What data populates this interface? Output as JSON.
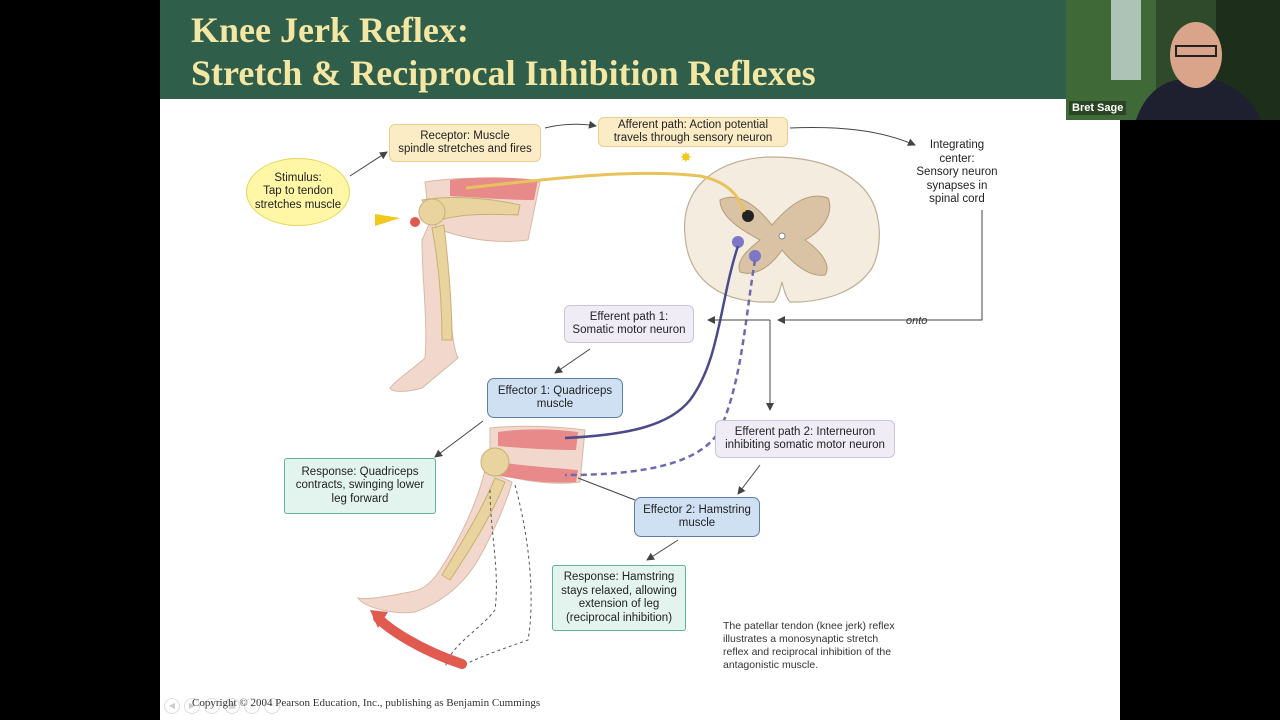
{
  "slide": {
    "title_line1": "Knee Jerk Reflex:",
    "title_line2": "Stretch & Reciprocal Inhibition Reflexes",
    "copyright": "Copyright © 2004 Pearson Education, Inc., publishing as Benjamin Cummings"
  },
  "diagram": {
    "stimulus": "Stimulus:\nTap to tendon\nstretches muscle",
    "receptor": "Receptor: Muscle\nspindle stretches and fires",
    "afferent": "Afferent path: Action potential\ntravels through sensory neuron",
    "integrating": "Integrating\ncenter:\nSensory neuron\nsynapses in\nspinal cord",
    "efferent1": "Efferent path 1:\nSomatic motor neuron",
    "effector1": "Effector 1: Quadriceps\nmuscle",
    "response1": "Response: Quadriceps\ncontracts, swinging lower\nleg forward",
    "efferent2": "Efferent path 2: Interneuron\ninhibiting somatic motor neuron",
    "effector2": "Effector 2: Hamstring\nmuscle",
    "response2": "Response: Hamstring\nstays relaxed, allowing\nextension of leg\n(reciprocal inhibition)",
    "onto": "onto",
    "caption": "The patellar tendon (knee jerk) reflex\nillustrates a monosynaptic stretch\nreflex and reciprocal inhibition of the\nantagonistic muscle."
  },
  "webcam": {
    "participant_name": "Bret Sage"
  },
  "colors": {
    "title_bar": "#2f5e4a",
    "title_text": "#f4e6a3",
    "arrow_red": "#e15a50",
    "stimulus_arrow": "#f2c81c"
  }
}
